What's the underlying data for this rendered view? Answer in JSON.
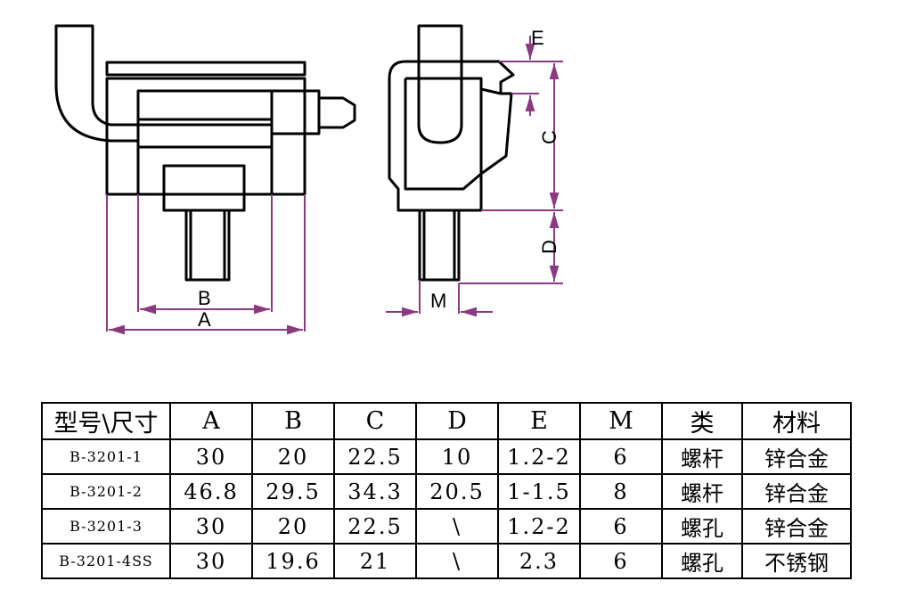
{
  "drawing": {
    "dimension_labels": {
      "A": "A",
      "B": "B",
      "C": "C",
      "D": "D",
      "E": "E",
      "M": "M"
    },
    "colors": {
      "dimension_line": "#8b3a7f",
      "outline": "#000000"
    }
  },
  "table": {
    "headers": [
      "型号\\尺寸",
      "A",
      "B",
      "C",
      "D",
      "E",
      "M",
      "类",
      "材料"
    ],
    "rows": [
      [
        "B-3201-1",
        "30",
        "20",
        "22.5",
        "10",
        "1.2-2",
        "6",
        "螺杆",
        "锌合金"
      ],
      [
        "B-3201-2",
        "46.8",
        "29.5",
        "34.3",
        "20.5",
        "1-1.5",
        "8",
        "螺杆",
        "锌合金"
      ],
      [
        "B-3201-3",
        "30",
        "20",
        "22.5",
        "\\",
        "1.2-2",
        "6",
        "螺孔",
        "锌合金"
      ],
      [
        "B-3201-4SS",
        "30",
        "19.6",
        "21",
        "\\",
        "2.3",
        "6",
        "螺孔",
        "不锈钢"
      ]
    ]
  }
}
